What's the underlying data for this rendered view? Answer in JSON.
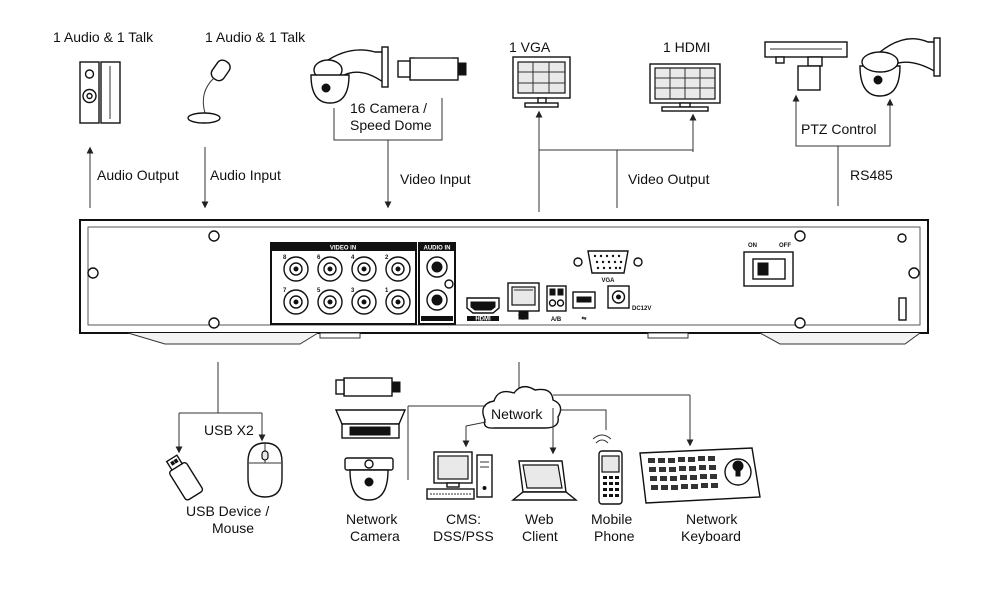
{
  "labels": {
    "audio_talk_1": "1 Audio  & 1 Talk",
    "audio_talk_2": "1 Audio & 1 Talk",
    "camera_speed_dome_l1": "16  Camera /",
    "camera_speed_dome_l2": "Speed Dome",
    "vga": "1 VGA",
    "hdmi": "1 HDMI",
    "ptz_control": "PTZ Control",
    "audio_output": "Audio  Output",
    "audio_input": "Audio  Input",
    "video_input": "Video Input",
    "video_output": "Video Output",
    "rs485": "RS485",
    "usb_x2": "USB X2",
    "usb_device_l1": "USB Device /",
    "usb_device_l2": "Mouse",
    "network": "Network",
    "network_camera_l1": "Network",
    "network_camera_l2": "Camera",
    "cms_l1": "CMS:",
    "cms_l2": "DSS/PSS",
    "web_client_l1": "Web",
    "web_client_l2": "Client",
    "mobile_phone_l1": "Mobile",
    "mobile_phone_l2": "Phone",
    "network_keyboard_l1": "Network",
    "network_keyboard_l2": "Keyboard"
  },
  "panel": {
    "video_in": "VIDEO IN",
    "audio_in": "AUDIO IN",
    "vga_port": "VGA",
    "on": "ON",
    "off": "OFF",
    "ab": "A/B",
    "dc": "DC12V",
    "hdmi_port": "HDMI",
    "bnc_top": [
      "8",
      "6",
      "4",
      "2"
    ],
    "bnc_bottom": [
      "7",
      "5",
      "3",
      "1"
    ]
  }
}
